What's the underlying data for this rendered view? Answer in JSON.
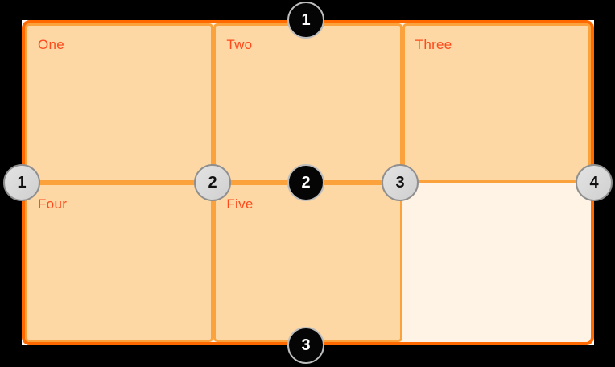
{
  "diagram": {
    "type": "css-grid-line-numbers",
    "grid": {
      "columns": 3,
      "rows": 2,
      "cells": [
        {
          "label": "One"
        },
        {
          "label": "Two"
        },
        {
          "label": "Three"
        },
        {
          "label": "Four"
        },
        {
          "label": "Five"
        }
      ],
      "empty_cells": 1
    },
    "row_line_badges": [
      {
        "number": "1",
        "position": "top"
      },
      {
        "number": "2",
        "position": "middle"
      },
      {
        "number": "3",
        "position": "bottom"
      }
    ],
    "column_line_badges": [
      {
        "number": "1",
        "position": "left"
      },
      {
        "number": "2",
        "position": "center-left"
      },
      {
        "number": "3",
        "position": "center-right"
      },
      {
        "number": "4",
        "position": "right"
      }
    ],
    "colors": {
      "backdrop": "#000000",
      "container_border": "#FF6900",
      "container_background": "#FFF3E5",
      "cell_background": "#FDD7A4",
      "cell_border": "#FBA23C",
      "cell_label_text": "#FF4A1C",
      "row_badge_background": "#050505",
      "row_badge_text": "#FFFFFF",
      "row_badge_ring": "#BDBDBD",
      "column_badge_background": "#D8D8D8",
      "column_badge_text": "#111111",
      "column_badge_ring": "#8F8F8F",
      "corner_notch": "#FFFFFF"
    }
  }
}
